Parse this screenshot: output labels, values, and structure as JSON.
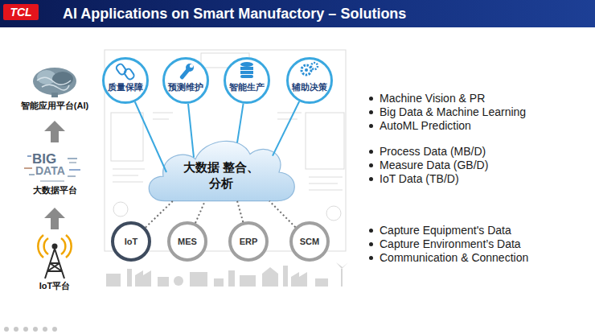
{
  "diagram": {
    "title": "AI Applications on Smart Manufactory – Solutions",
    "nodes": [
      {
        "text": [
          "TCL"
        ]
      },
      {
        "text": [
          "质量保障"
        ]
      },
      {
        "text": [
          "预测维护"
        ]
      },
      {
        "text": [
          "智能生产"
        ]
      },
      {
        "text": [
          "辅助决策"
        ]
      },
      {
        "text": [
          "大数据 整合、分析"
        ]
      },
      {
        "text": [
          "IoT"
        ]
      },
      {
        "text": [
          "MES"
        ]
      },
      {
        "text": [
          "ERP"
        ]
      },
      {
        "text": [
          "SCM"
        ]
      }
    ],
    "edges": [
      {
        "from": 5,
        "to": 1,
        "arrow": "none"
      },
      {
        "from": 5,
        "to": 2,
        "arrow": "none"
      },
      {
        "from": 5,
        "to": 3,
        "arrow": "none"
      },
      {
        "from": 5,
        "to": 4,
        "arrow": "none"
      },
      {
        "from": 6,
        "to": 5,
        "arrow": "none"
      },
      {
        "from": 7,
        "to": 5,
        "arrow": "none"
      },
      {
        "from": 8,
        "to": 5,
        "arrow": "none"
      },
      {
        "from": 9,
        "to": 5,
        "arrow": "none"
      }
    ],
    "labels": [
      "智能应用平台(AI)",
      "BIG",
      "DATA",
      "大数据平台",
      "IoT平台",
      "Machine Vision & PR",
      "Big Data & Machine Learning",
      "AutoML Prediction",
      "Process Data (MB/D)",
      "Measure Data (GB/D)",
      "IoT Data (TB/D)",
      "Capture Equipment's Data",
      "Capture Environment’s Data",
      "Communication & Connection"
    ]
  }
}
